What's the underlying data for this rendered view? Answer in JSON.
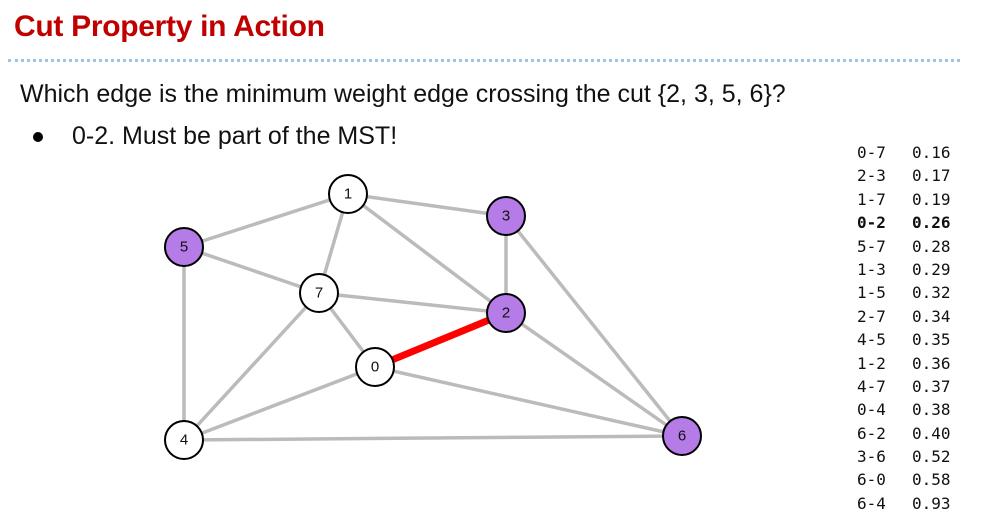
{
  "slide": {
    "title": "Cut Property in Action",
    "question": "Which edge is the minimum weight edge crossing the cut {2, 3, 5, 6}?",
    "bullet": "0-2. Must be part of the MST!"
  },
  "graph": {
    "colors": {
      "cut_fill": "#b57be6",
      "node_fill": "#ffffff",
      "edge": "#bbbbbb",
      "highlight": "#ff0000",
      "outline": "#000000"
    },
    "nodes": [
      {
        "id": "0",
        "in_cut": false
      },
      {
        "id": "1",
        "in_cut": false
      },
      {
        "id": "2",
        "in_cut": true
      },
      {
        "id": "3",
        "in_cut": true
      },
      {
        "id": "4",
        "in_cut": false
      },
      {
        "id": "5",
        "in_cut": true
      },
      {
        "id": "6",
        "in_cut": true
      },
      {
        "id": "7",
        "in_cut": false
      }
    ],
    "edges": [
      {
        "from": "0",
        "to": "7",
        "label": "0-7",
        "weight": "0.16",
        "highlight": false
      },
      {
        "from": "2",
        "to": "3",
        "label": "2-3",
        "weight": "0.17",
        "highlight": false
      },
      {
        "from": "1",
        "to": "7",
        "label": "1-7",
        "weight": "0.19",
        "highlight": false
      },
      {
        "from": "0",
        "to": "2",
        "label": "0-2",
        "weight": "0.26",
        "highlight": true
      },
      {
        "from": "5",
        "to": "7",
        "label": "5-7",
        "weight": "0.28",
        "highlight": false
      },
      {
        "from": "1",
        "to": "3",
        "label": "1-3",
        "weight": "0.29",
        "highlight": false
      },
      {
        "from": "1",
        "to": "5",
        "label": "1-5",
        "weight": "0.32",
        "highlight": false
      },
      {
        "from": "2",
        "to": "7",
        "label": "2-7",
        "weight": "0.34",
        "highlight": false
      },
      {
        "from": "4",
        "to": "5",
        "label": "4-5",
        "weight": "0.35",
        "highlight": false
      },
      {
        "from": "1",
        "to": "2",
        "label": "1-2",
        "weight": "0.36",
        "highlight": false
      },
      {
        "from": "4",
        "to": "7",
        "label": "4-7",
        "weight": "0.37",
        "highlight": false
      },
      {
        "from": "0",
        "to": "4",
        "label": "0-4",
        "weight": "0.38",
        "highlight": false
      },
      {
        "from": "6",
        "to": "2",
        "label": "6-2",
        "weight": "0.40",
        "highlight": false
      },
      {
        "from": "3",
        "to": "6",
        "label": "3-6",
        "weight": "0.52",
        "highlight": false
      },
      {
        "from": "6",
        "to": "0",
        "label": "6-0",
        "weight": "0.58",
        "highlight": false
      },
      {
        "from": "6",
        "to": "4",
        "label": "6-4",
        "weight": "0.93",
        "highlight": false
      }
    ]
  }
}
